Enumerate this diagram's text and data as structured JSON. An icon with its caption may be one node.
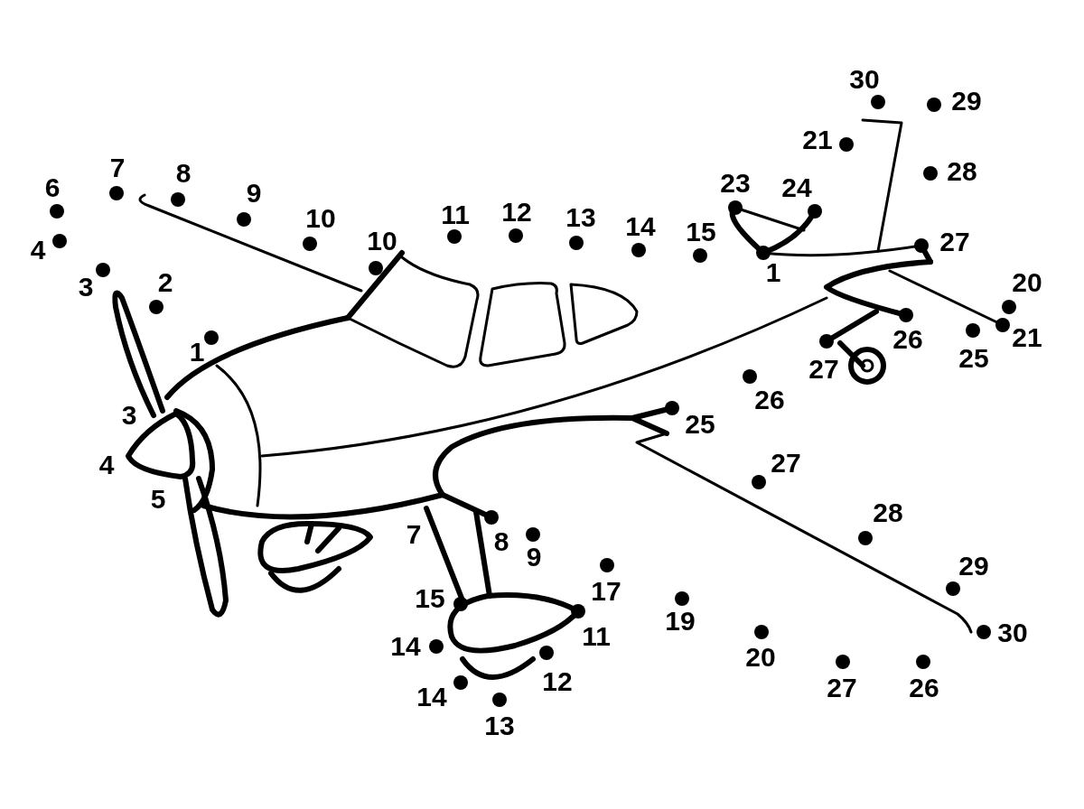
{
  "diagram": {
    "labels": [
      "30",
      "29",
      "21",
      "7",
      "28",
      "8",
      "23",
      "6",
      "24",
      "9",
      "12",
      "11",
      "13",
      "10",
      "14",
      "15",
      "10",
      "27",
      "4",
      "1",
      "2",
      "20",
      "3",
      "21",
      "26",
      "1",
      "25",
      "27",
      "26",
      "3",
      "25",
      "27",
      "4",
      "5",
      "28",
      "7",
      "8",
      "9",
      "29",
      "17",
      "15",
      "19",
      "30",
      "11",
      "14",
      "20",
      "12",
      "27",
      "26",
      "14",
      "13"
    ]
  }
}
